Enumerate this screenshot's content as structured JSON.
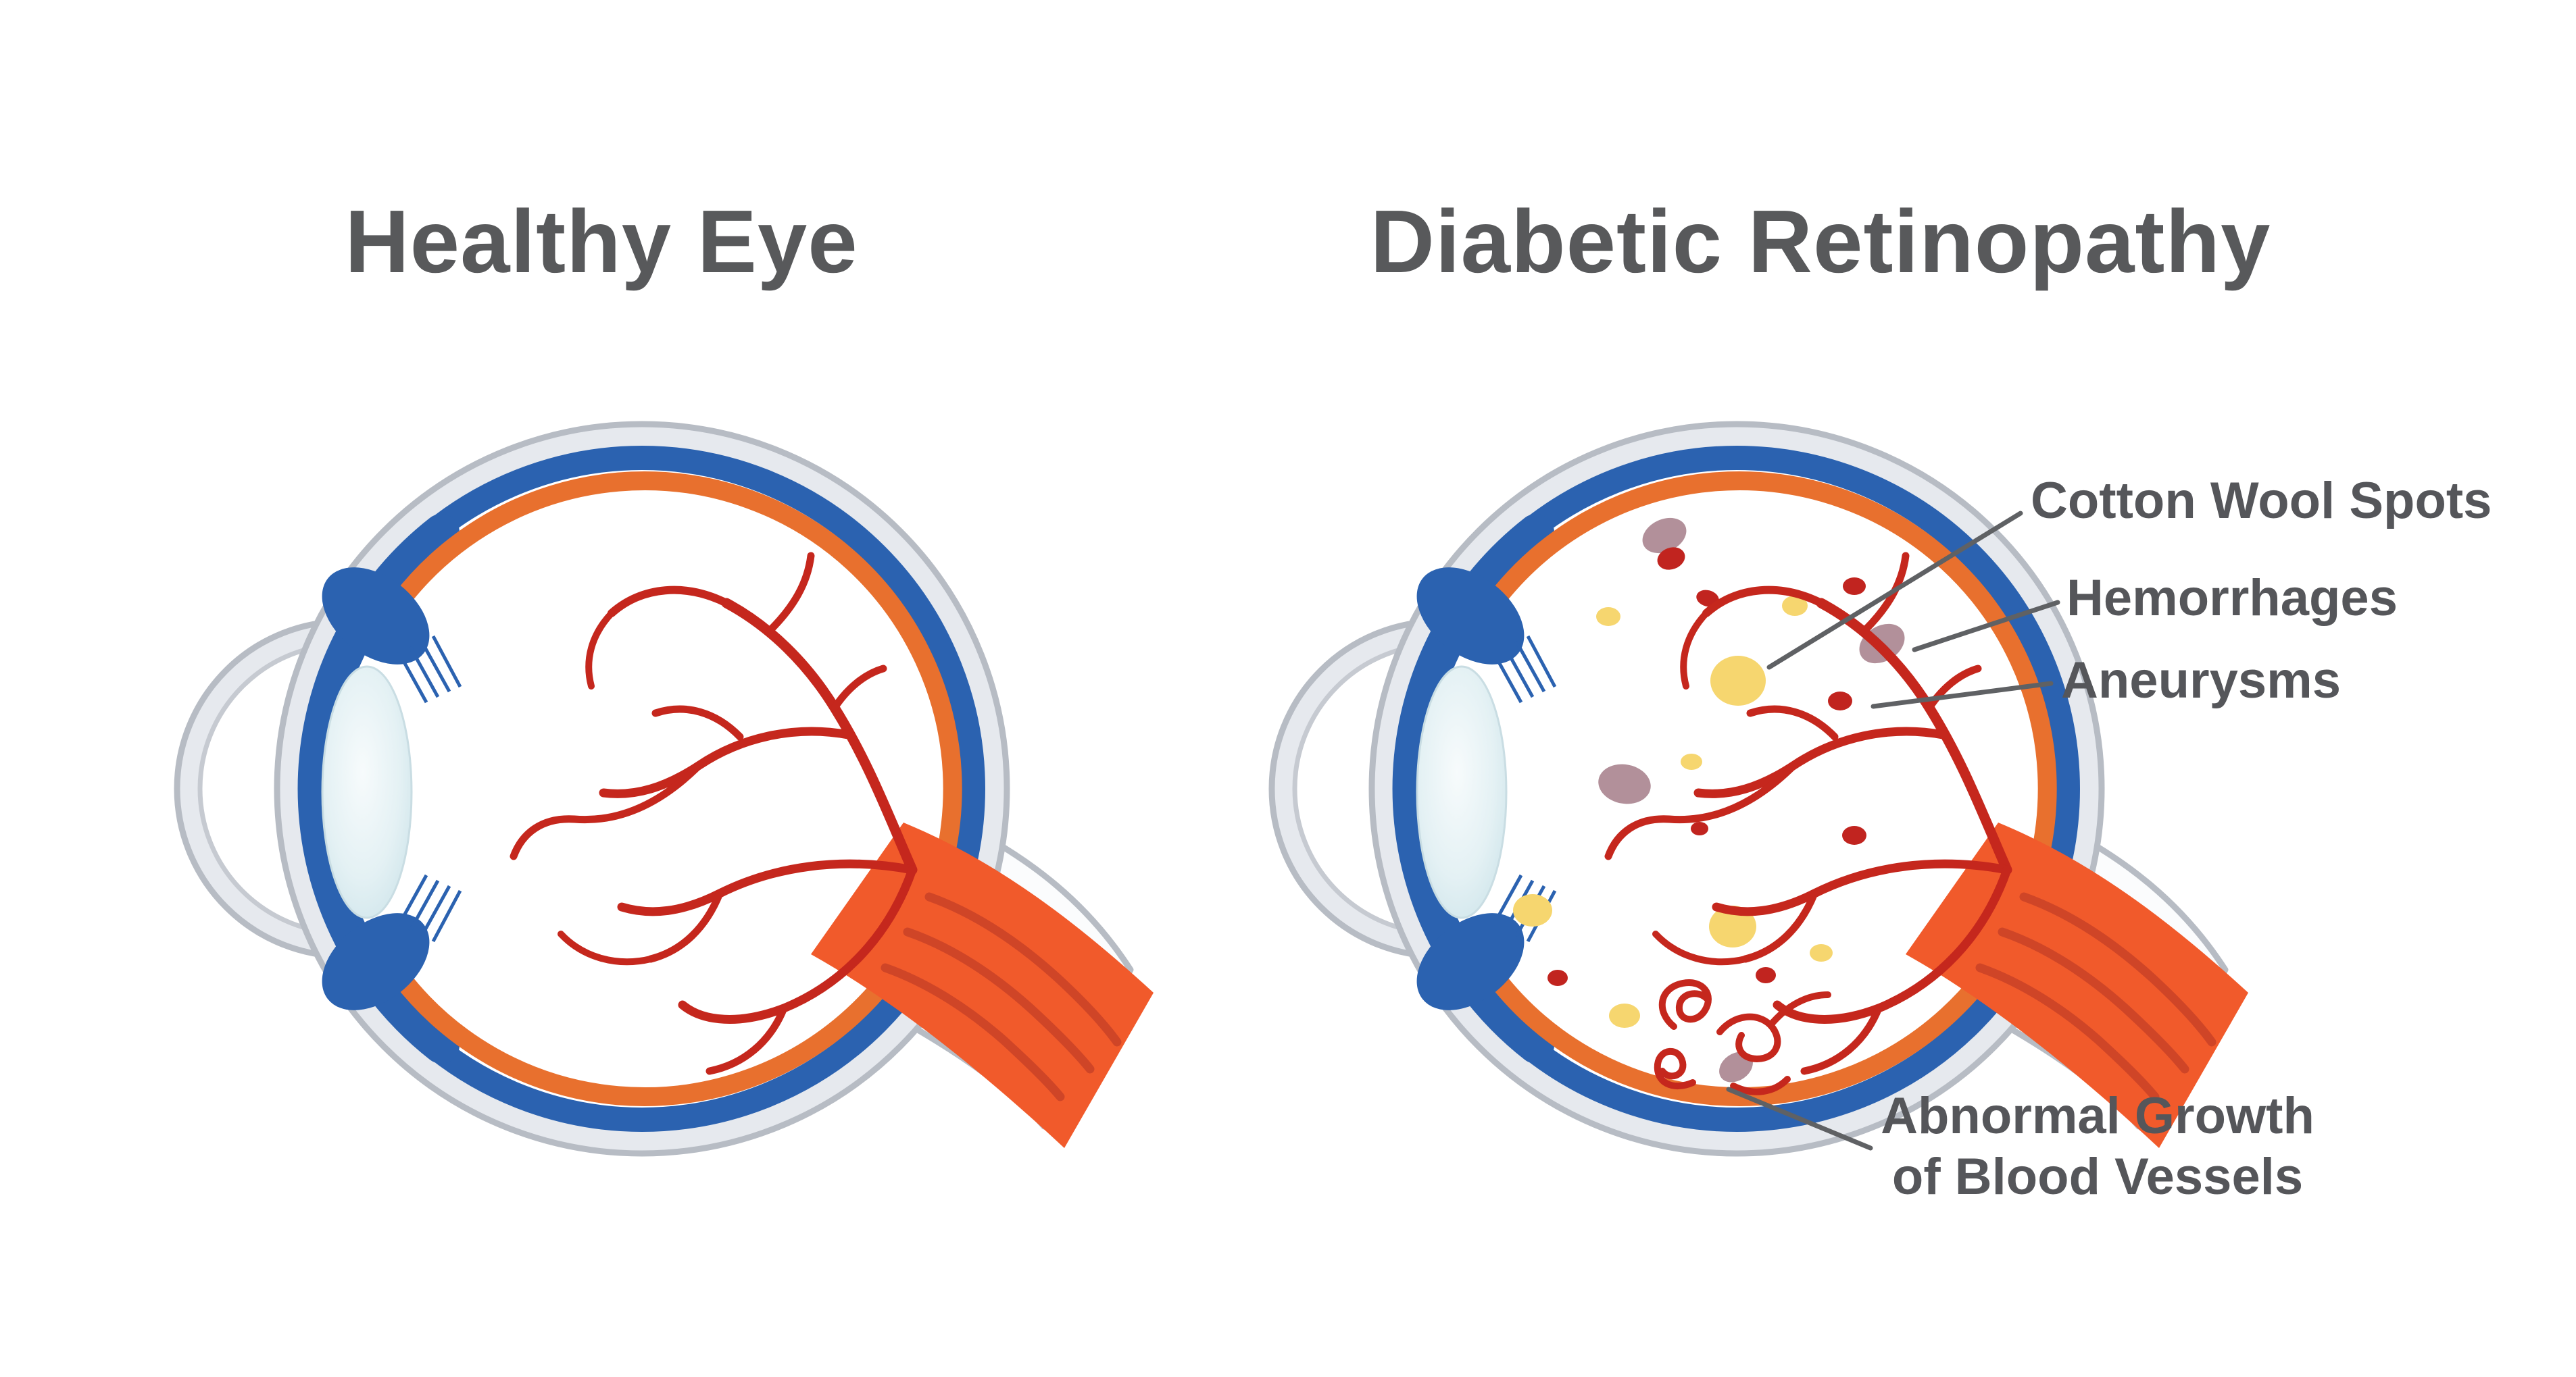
{
  "left_panel": {
    "title": "Healthy Eye"
  },
  "right_panel": {
    "title": "Diabetic Retinopathy",
    "annotations": {
      "cotton_wool_spots": "Cotton Wool Spots",
      "hemorrhages": "Hemorrhages",
      "aneurysms": "Aneurysms",
      "abnormal_growth_line1": "Abnormal Growth",
      "abnormal_growth_line2": "of Blood Vessels"
    }
  },
  "colors": {
    "background": "#ffffff",
    "title_text": "#58595b",
    "label_text": "#55565a",
    "leader_line": "#5f6164",
    "sclera_fill": "#e6e9ee",
    "sclera_outline": "#b7bcc4",
    "retina_blue": "#2b62b0",
    "choroid_orange": "#e8702e",
    "vessel_red": "#c5271d",
    "optic_nerve_orange": "#f15a2b",
    "optic_nerve_stripe": "#cf4527",
    "lens_fill": "#dfeef2",
    "cotton_wool_spot_yellow": "#f6d66f",
    "hemorrhage_mauve": "#b2909a",
    "aneurysm_red": "#c1241f"
  }
}
